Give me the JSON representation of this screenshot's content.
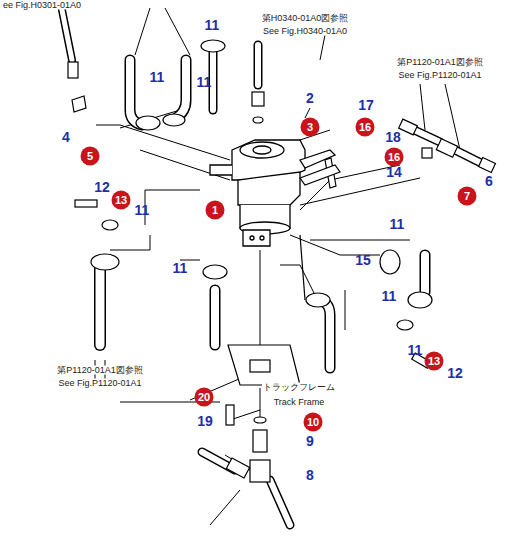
{
  "diagram": {
    "nodes": [
      {
        "text": [
          "3"
        ]
      },
      {
        "text": [
          "16"
        ]
      },
      {
        "text": [
          "5"
        ]
      },
      {
        "text": [
          "16"
        ]
      },
      {
        "text": [
          "7"
        ]
      },
      {
        "text": [
          "13"
        ]
      },
      {
        "text": [
          "1"
        ]
      },
      {
        "text": [
          "13"
        ]
      },
      {
        "text": [
          "20"
        ]
      },
      {
        "text": [
          "10"
        ]
      }
    ],
    "edges": [],
    "labels": [
      "ee Fig.H0301-01A0",
      "第H0340-01A0図参照",
      "See Fig.H0340-01A0",
      "第P1120-01A1図参照",
      "See Fig.P1120-01A1",
      "11",
      "11",
      "11",
      "2",
      "17",
      "18",
      "14",
      "6",
      "4",
      "12",
      "11",
      "11",
      "11",
      "15",
      "11",
      "11",
      "12",
      "第P1120-01A1図参照",
      "See Fig.P1120-01A1",
      "トラックフレーム",
      "Track Frame",
      "19",
      "9",
      "8"
    ]
  }
}
